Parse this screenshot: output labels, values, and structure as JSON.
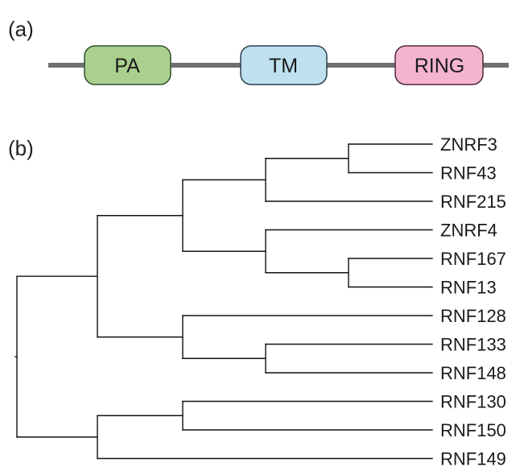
{
  "panel_a": {
    "label": "(a)",
    "backbone_color": "#707070",
    "domains": [
      {
        "name": "PA",
        "fill": "#a9d08e",
        "stroke": "#2f4f2f"
      },
      {
        "name": "TM",
        "fill": "#bfe0ee",
        "stroke": "#2a3f4f"
      },
      {
        "name": "RING",
        "fill": "#f4b3cf",
        "stroke": "#4f2a3a"
      }
    ]
  },
  "panel_b": {
    "label": "(b)",
    "leaves": [
      "ZNRF3",
      "RNF43",
      "RNF215",
      "ZNRF4",
      "RNF167",
      "RNF13",
      "RNF128",
      "RNF133",
      "RNF148",
      "RNF130",
      "RNF150",
      "RNF149"
    ],
    "tree": {
      "children": [
        {
          "children": [
            {
              "children": [
                {
                  "children": [
                    {
                      "children": [
                        "ZNRF3",
                        "RNF43"
                      ]
                    },
                    "RNF215"
                  ]
                },
                {
                  "children": [
                    "ZNRF4",
                    {
                      "children": [
                        "RNF167",
                        "RNF13"
                      ]
                    }
                  ]
                }
              ]
            },
            {
              "children": [
                "RNF128",
                {
                  "children": [
                    "RNF133",
                    "RNF148"
                  ]
                }
              ]
            }
          ]
        },
        {
          "children": [
            {
              "children": [
                "RNF130",
                "RNF150"
              ]
            },
            "RNF149"
          ]
        }
      ]
    }
  }
}
